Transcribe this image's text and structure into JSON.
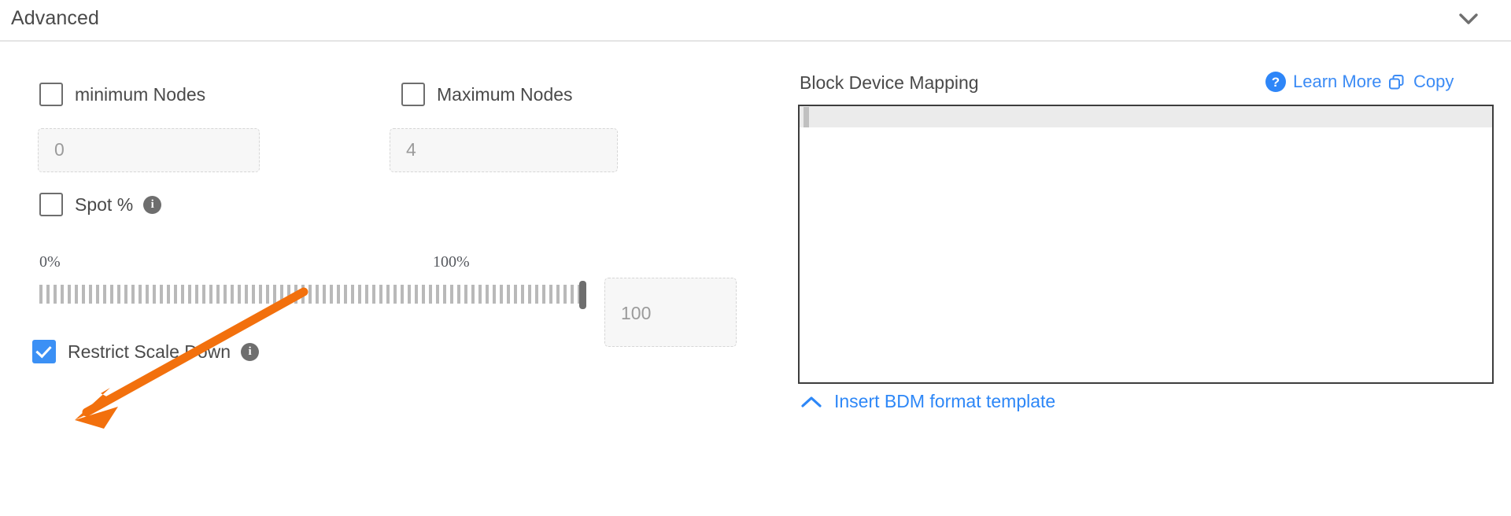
{
  "section": {
    "title": "Advanced",
    "collapse_icon": "chevron-down-icon"
  },
  "left": {
    "min_nodes": {
      "checkbox_label": "minimum Nodes",
      "checked": false,
      "input_value": "0"
    },
    "max_nodes": {
      "checkbox_label": "Maximum Nodes",
      "checked": false,
      "input_value": "4"
    },
    "spot": {
      "checkbox_label": "Spot %",
      "checked": false,
      "info_icon": "info-icon",
      "info_glyph": "i",
      "slider_min_label": "0%",
      "slider_max_label": "100%",
      "slider_value": "100",
      "slider_min": 0,
      "slider_max": 100
    },
    "restrict_scale_down": {
      "checkbox_label": "Restrict Scale Down",
      "checked": true,
      "info_icon": "info-icon",
      "info_glyph": "i"
    }
  },
  "right": {
    "title": "Block Device Mapping",
    "learn_more": {
      "label": "Learn More",
      "icon": "question-mark-circle-icon",
      "glyph": "?"
    },
    "copy": {
      "label": "Copy",
      "icon": "copy-icon"
    },
    "editor": {
      "value": "",
      "active_line": 1
    },
    "insert_template": {
      "label": "Insert BDM format template",
      "icon": "chevron-up-icon"
    }
  },
  "colors": {
    "accent_blue": "#3b8bf5",
    "checkbox_checked": "#3b90f5",
    "info_gray": "#6e6e6e",
    "annotation_orange": "#f2700d",
    "editor_border": "#3d3d3d",
    "text": "#4a4a4a"
  },
  "annotation": {
    "type": "arrow",
    "points_to": "restrict-scale-down-checkbox",
    "color": "#f2700d"
  }
}
